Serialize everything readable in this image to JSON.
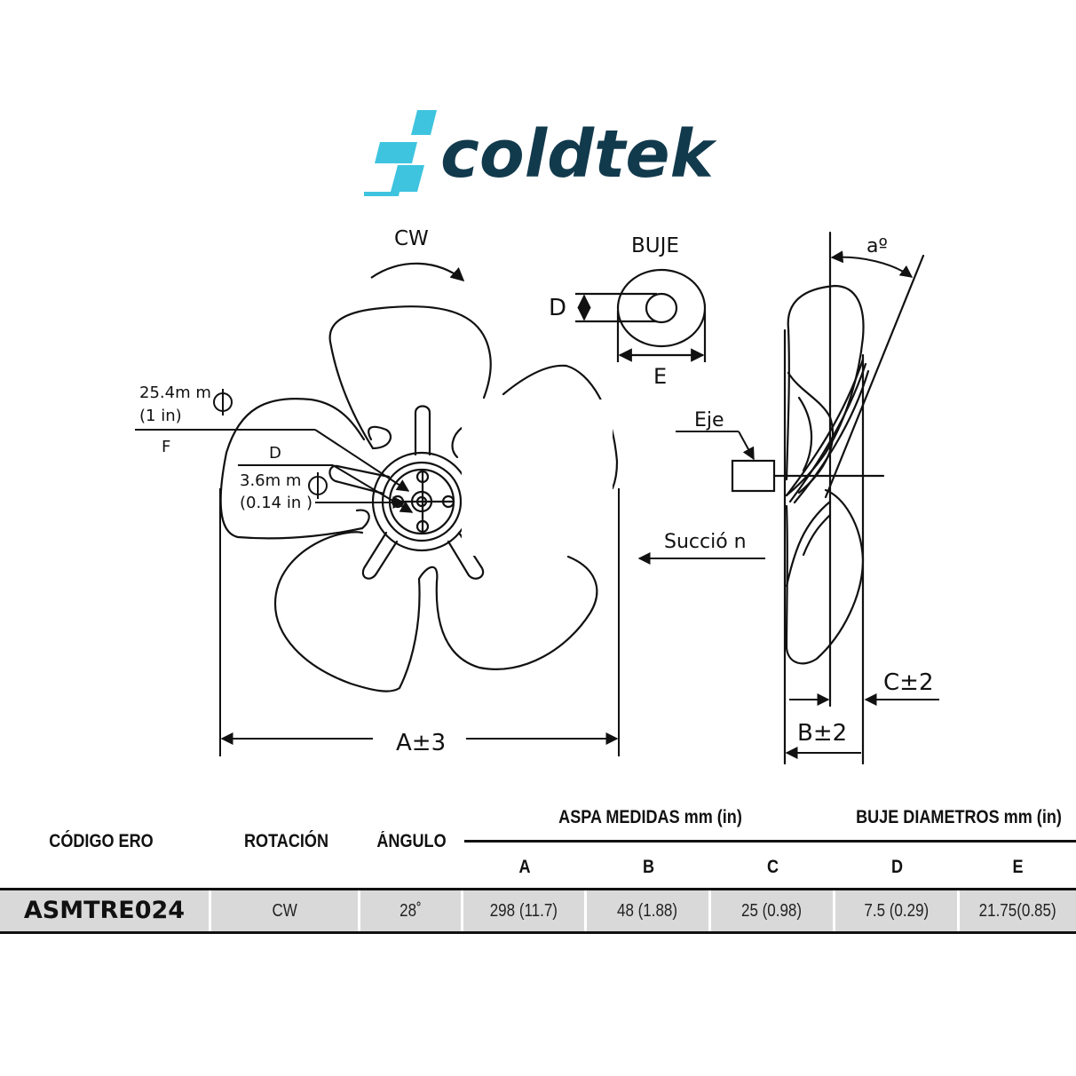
{
  "brand": {
    "name": "coldtek",
    "primary_color": "#123a4d",
    "accent_color": "#3ec4df"
  },
  "diagram": {
    "rotation_label": "CW",
    "hub_title": "BUJE",
    "hub_bore_label": "D",
    "hub_outer_label": "E",
    "shaft_label": "Eje",
    "suction_label": "Succió n",
    "angle_label": "aº",
    "diameter_dim_label": "A±3",
    "depth_b_label": "B±2",
    "depth_c_label": "C±2",
    "hole_large_line1": "25.4m m",
    "hole_large_line2": "(1 in)",
    "hole_large_letter": "F",
    "hole_small_letter": "D",
    "hole_small_line1": "3.6m m",
    "hole_small_line2": "(0.14 in )"
  },
  "table": {
    "headers": {
      "code": "CÓDIGO ERO",
      "rotation": "ROTACIÓN",
      "angle": "ÁNGULO",
      "blade_group": "ASPA MEDIDAS mm (in)",
      "hub_group": "BUJE DIAMETROS mm (in)",
      "a": "A",
      "b": "B",
      "c": "C",
      "d": "D",
      "e": "E"
    },
    "row": {
      "code": "ASMTRE024",
      "rotation": "CW",
      "angle": "28˚",
      "a": "298 (11.7)",
      "b": "48 (1.88)",
      "c": "25 (0.98)",
      "d": "7.5 (0.29)",
      "e": "21.75(0.85)"
    }
  }
}
